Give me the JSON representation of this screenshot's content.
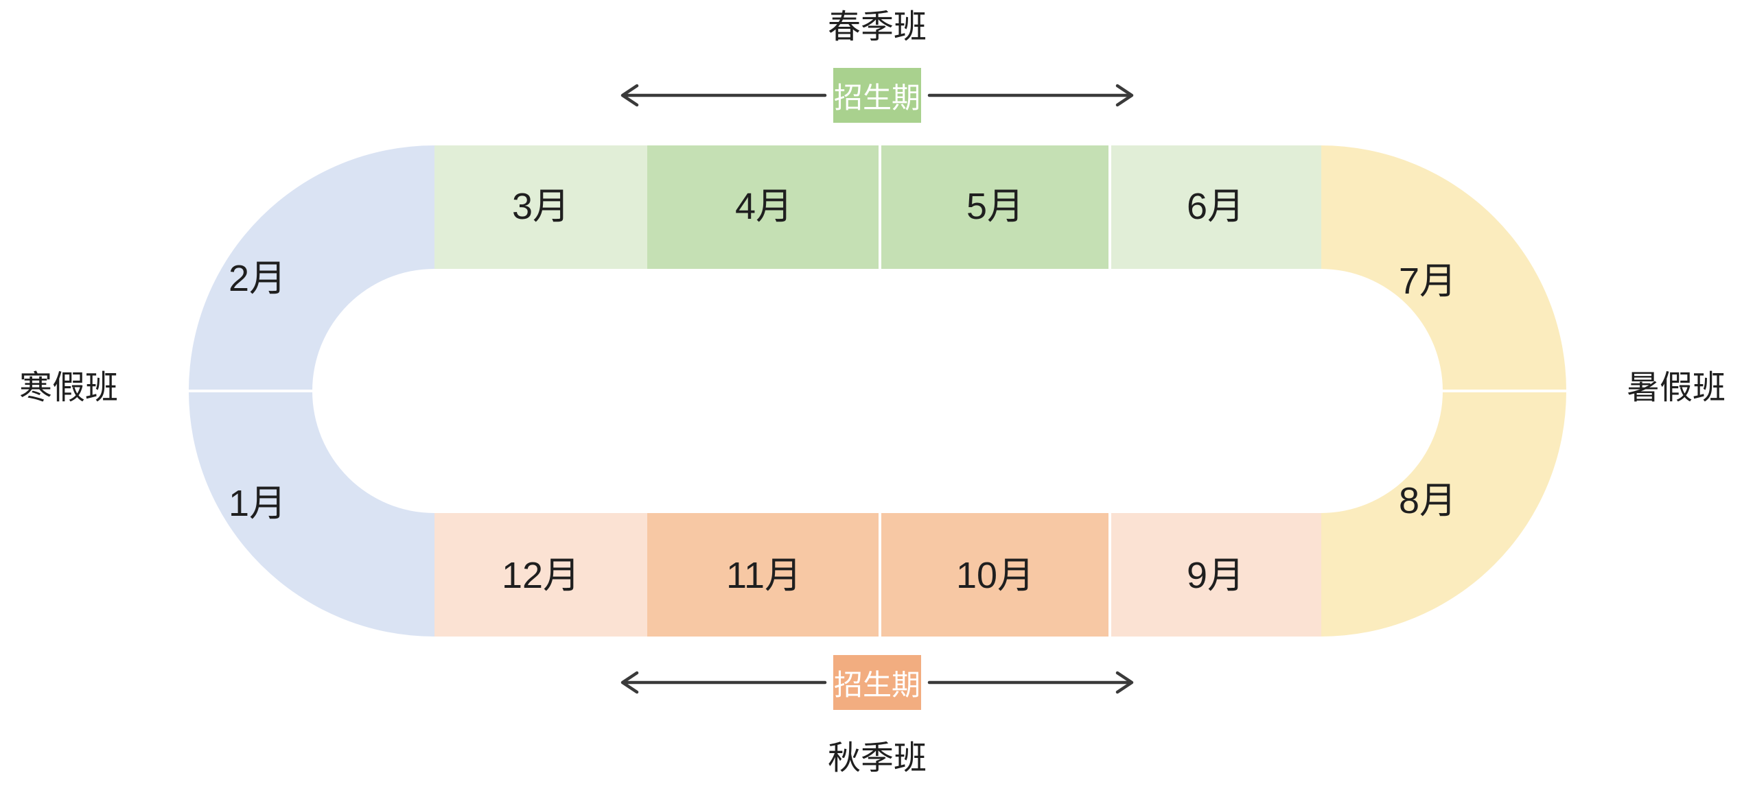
{
  "titles": {
    "top": "春季班",
    "bottom": "秋季班",
    "left": "寒假班",
    "right": "暑假班"
  },
  "badges": {
    "top": {
      "label": "招生期"
    },
    "bottom": {
      "label": "招生期"
    }
  },
  "months": {
    "top_row": [
      {
        "label": "3月"
      },
      {
        "label": "4月"
      },
      {
        "label": "5月"
      },
      {
        "label": "6月"
      }
    ],
    "bottom_row": [
      {
        "label": "12月"
      },
      {
        "label": "11月"
      },
      {
        "label": "10月"
      },
      {
        "label": "9月"
      }
    ],
    "left_arc": [
      {
        "label": "2月"
      },
      {
        "label": "1月"
      }
    ],
    "right_arc": [
      {
        "label": "7月"
      },
      {
        "label": "8月"
      }
    ]
  },
  "colors": {
    "blue": "#DAE3F3",
    "green_light": "#E1EED7",
    "green_dark": "#C5E0B4",
    "green_badge": "#A9D18E",
    "yellow": "#FBECBE",
    "orange_light": "#FBE2D3",
    "orange_dark": "#F7C8A4",
    "orange_badge": "#F2AD80",
    "arrow": "#3A3A3A",
    "text": "#1F1F1F"
  }
}
